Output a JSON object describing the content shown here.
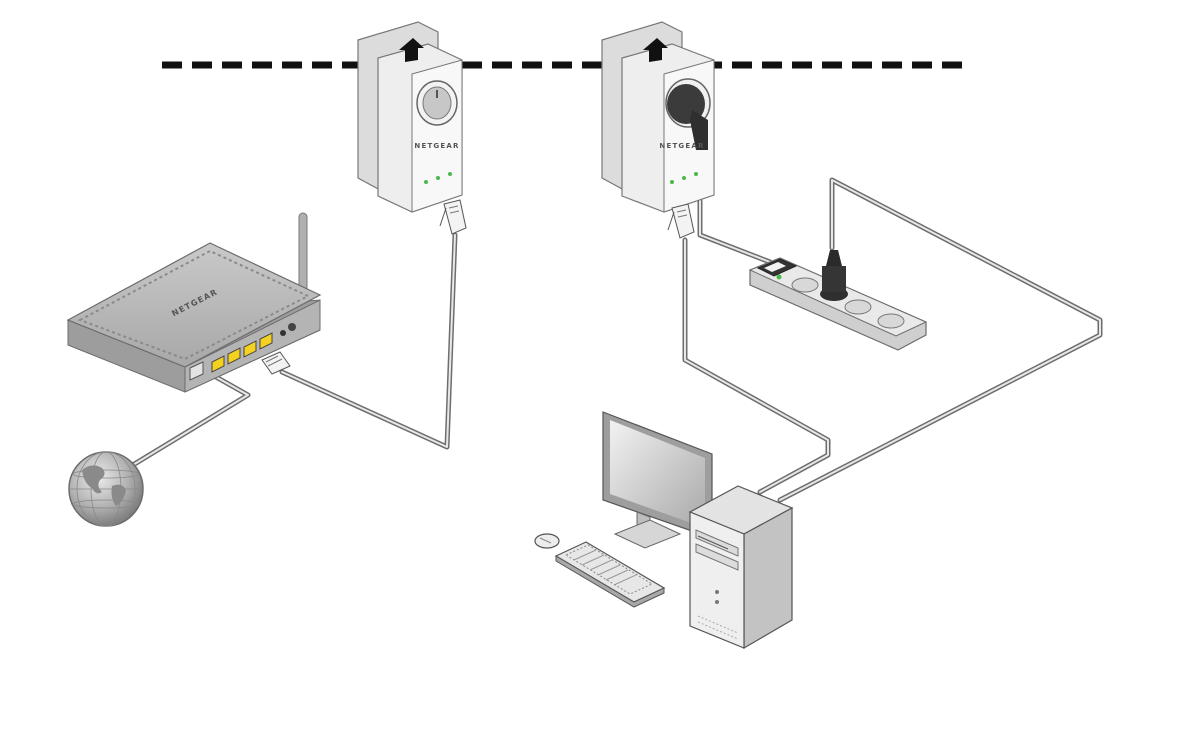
{
  "diagram": {
    "brand_label": "NETGEAR",
    "router_brand_label": "NETGEAR",
    "nodes": [
      {
        "id": "internet",
        "icon": "globe-icon"
      },
      {
        "id": "router",
        "icon": "router-icon"
      },
      {
        "id": "powerline-adapter-1",
        "icon": "powerline-adapter-icon"
      },
      {
        "id": "powerline-adapter-2",
        "icon": "powerline-adapter-with-plug-icon"
      },
      {
        "id": "power-strip",
        "icon": "power-strip-icon"
      },
      {
        "id": "computer",
        "icon": "desktop-computer-icon"
      }
    ],
    "colors": {
      "line": "#111111",
      "cable": "#9a9a9a",
      "device_gray": "#bdbdbd",
      "port_yellow": "#f4d21f",
      "led_green": "#4cb848"
    }
  }
}
